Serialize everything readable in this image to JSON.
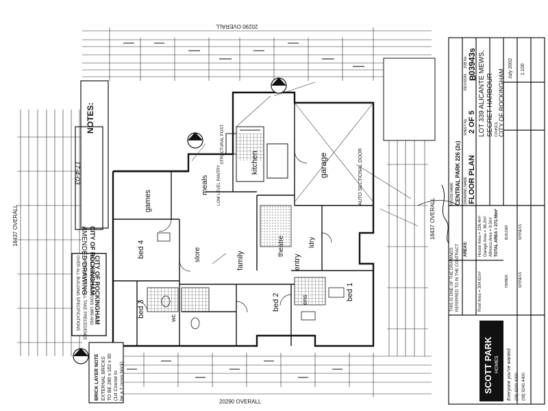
{
  "drawing": {
    "overall_top": "20290 OVERALL",
    "overall_bottom": "20290 OVERALL",
    "overall_left": "18437 OVERALL",
    "overall_right": "18437 OVERALL"
  },
  "rooms": {
    "games": "games",
    "meals": "meals",
    "kitchen": "kitchen",
    "family": "family",
    "store": "store",
    "bed4": "bed 4",
    "bed3": "bed 3",
    "bed2": "bed 2",
    "bed1": "bed 1",
    "ens": "ens",
    "wc": "wc",
    "entry": "entry",
    "ldry": "ldry",
    "theatre": "theatre",
    "garage": "garage"
  },
  "notes": {
    "roller_door": "AUTO SECTIONAL DOOR",
    "structural_post": "STRUCTURAL POST",
    "pantry": "LOW LEVEL PANTRY",
    "brick_layer_note_title": "BRICK LAYER NOTE",
    "brick_layer_note_1": "EXTERNAL BRICKS",
    "brick_layer_note_2": "TO BE 280 x 162 x 90",
    "brick_layer_note_3": "(1st Course to",
    "brick_layer_note_4": "be a 2 cross brick)",
    "general_notes_title": "NOTES:",
    "rockingham_amended": "CITY OF ROCKINGHAM",
    "amended_drawing": "AMENDED DRAWING",
    "rockingham_stamp_1": "CITY OF ROCKINGHAM",
    "rockingham_stamp_2": "BUILDING REGULATIONS 1989 AND",
    "rockingham_stamp_3": "AMENDMENTS SHALL TAKE PRECEDENCE",
    "rockingham_stamp_4": "OVER ALL BUILDING SPECIFICATIONS",
    "handwritten_date": "17-4-03"
  },
  "titleblock": {
    "brand": "SCOTT PARK",
    "brand_sub": "HOMES",
    "house_name_label": "HOUSE NAME",
    "house_name": "CENTRAL PARK 226 (2c)",
    "drawing_label": "DRAWING NAME",
    "drawing_name": "FLOOR PLAN",
    "sheet_label": "SHEET No.",
    "sheet_no": "2 OF 5",
    "revision_label": "REVISION",
    "revision": "B",
    "job_label": "JOB No.",
    "job_no": "03943s",
    "lot": "LOT 339 ALICANTE MEWS,",
    "suburb": "SECRET HARBOUR",
    "council_label": "COUNCIL",
    "council": "CITY OF ROCKINGHAM",
    "date": "July 2002",
    "scale": "1:100",
    "areas_title": "AREAS:",
    "area_house": "House Area = 226.4m²",
    "area_garage": "Garage Area = 36.2m²",
    "area_alfresco": "Alfresco Area = 9.0m²",
    "area_total": "TOTAL AREA = 271.56m²",
    "area_roof": "Roof Area = 304.61m²",
    "contract_note_1": "THIS IS ONE OF THE DRAWINGS",
    "contract_note_2": "REFERRED TO IN THE CONTRACT",
    "owner_label": "OWNER",
    "witness_label": "WITNESS",
    "builder_label": "BUILDER",
    "slogan": "Everyone you've wanted",
    "phone": "(08) 9240 4000",
    "fax": "(08) 9240 4400"
  }
}
